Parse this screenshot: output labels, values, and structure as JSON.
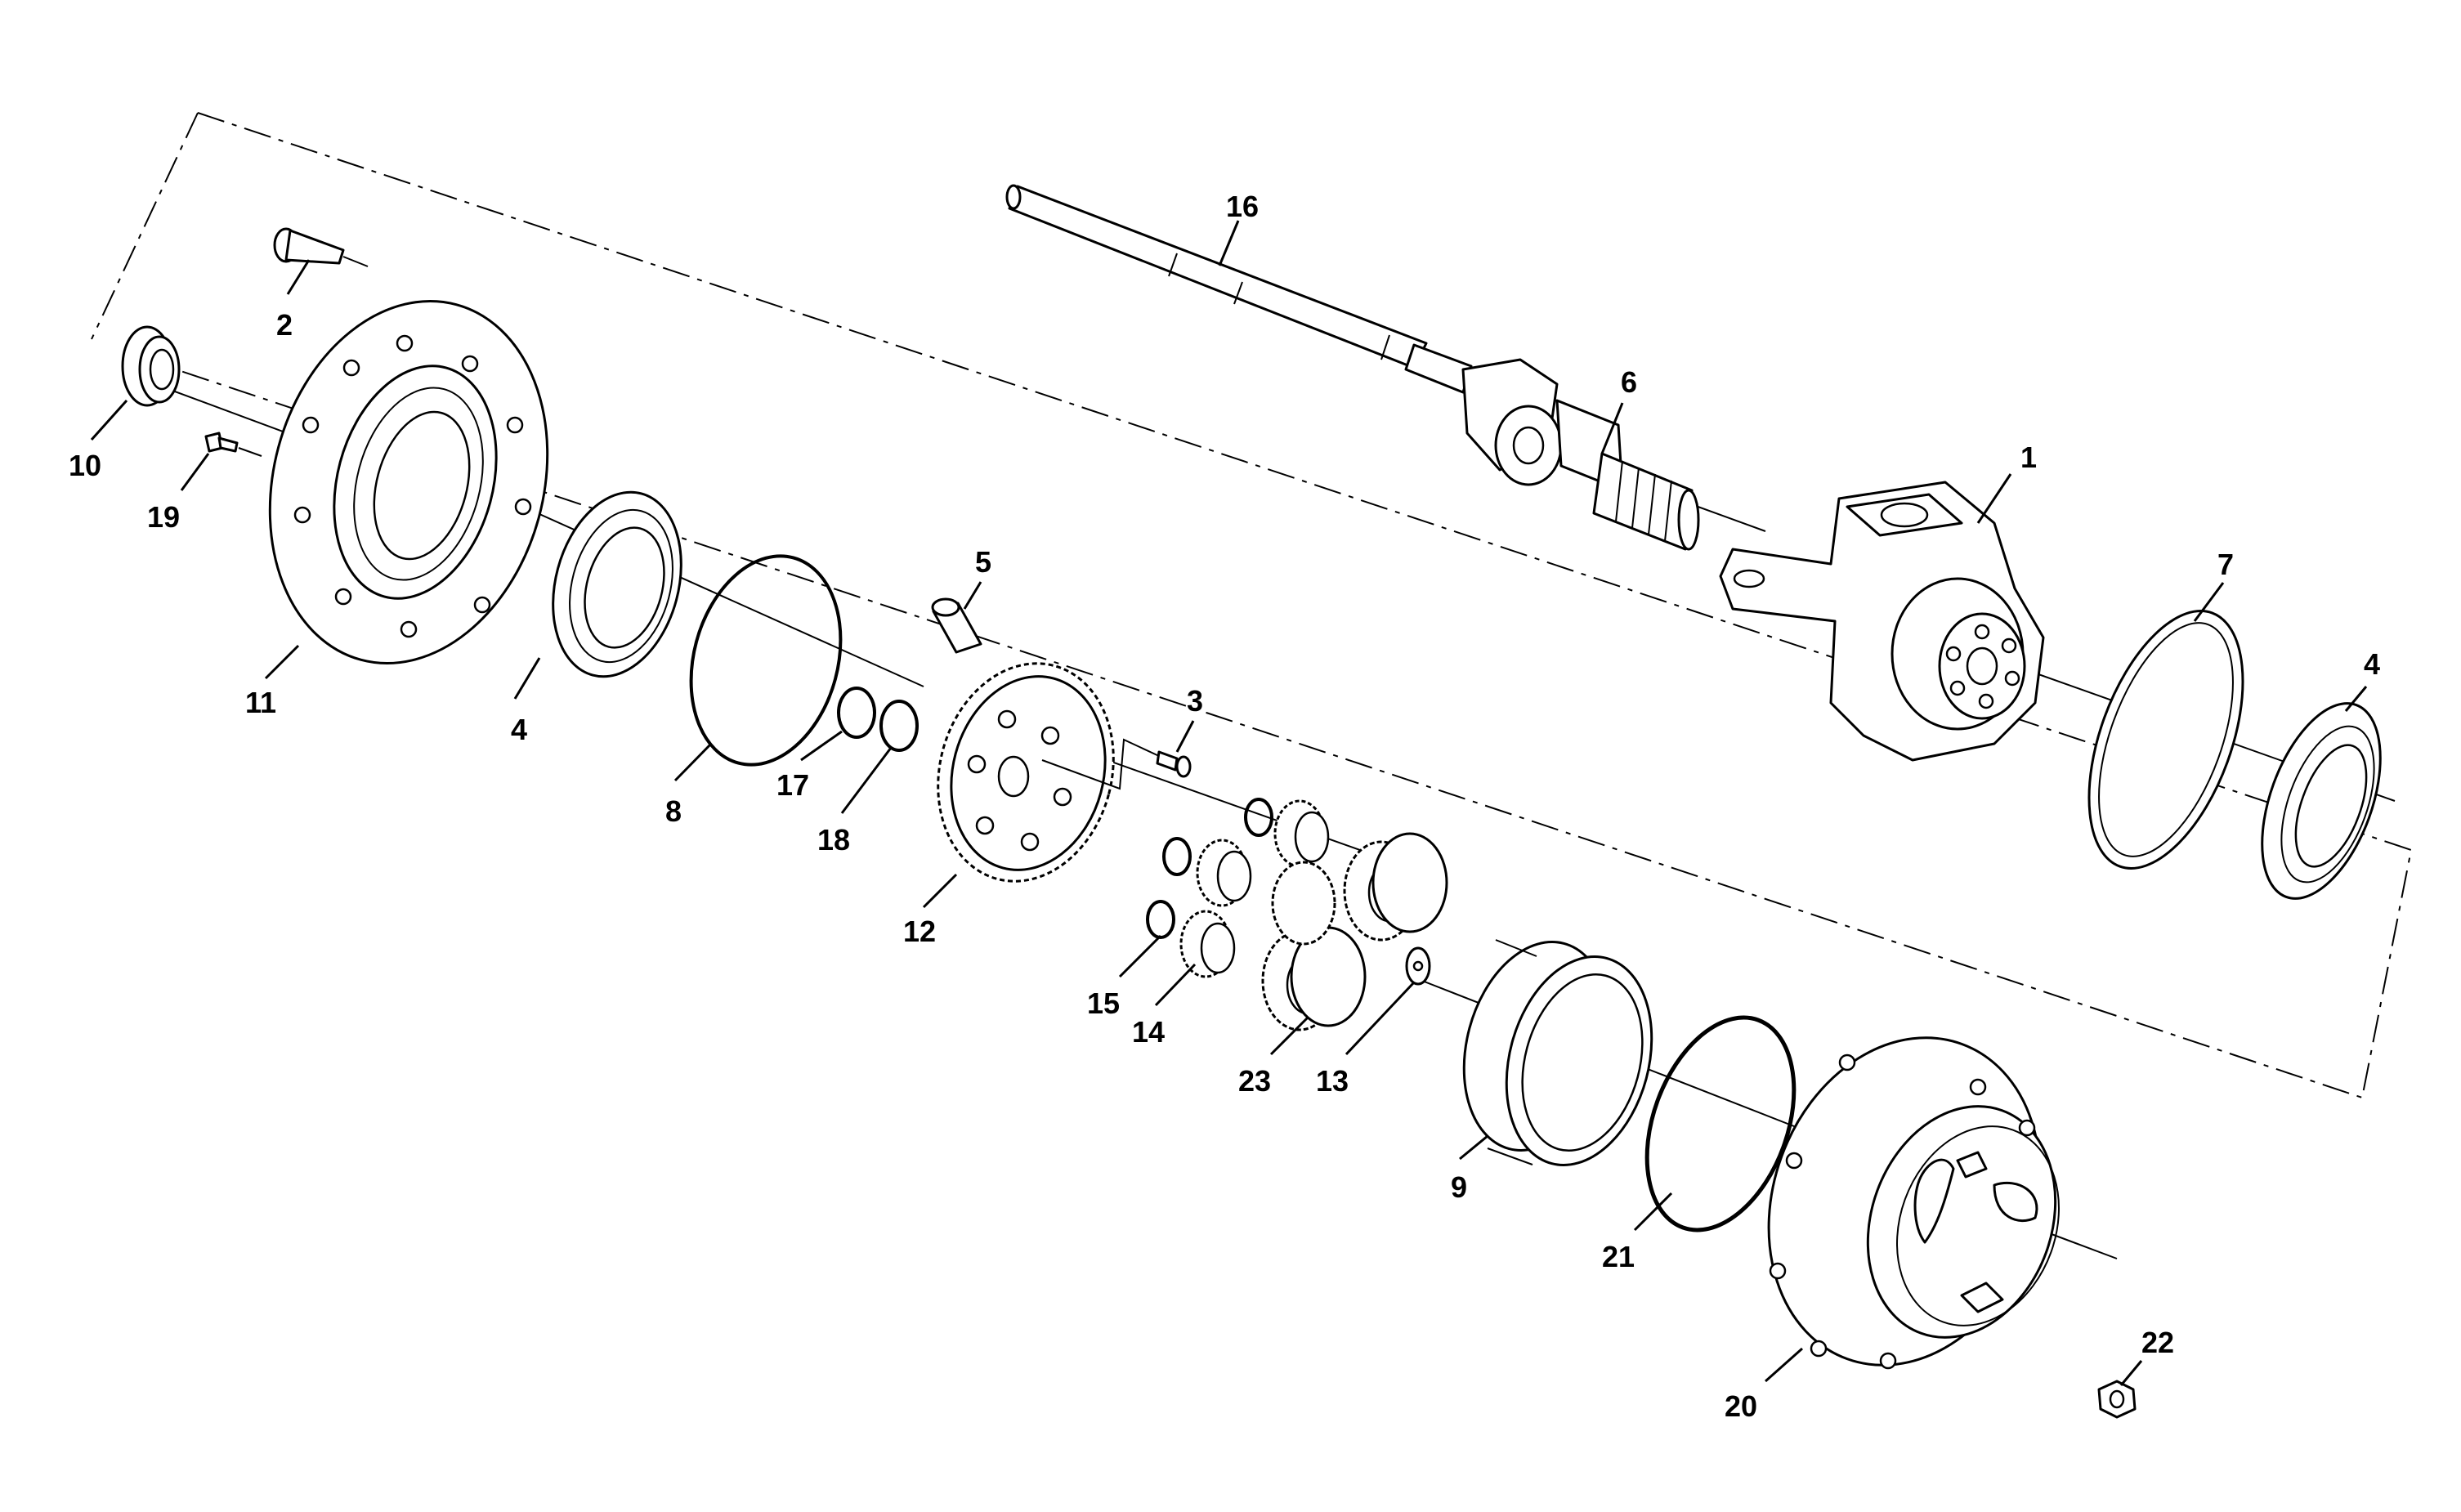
{
  "callouts": [
    {
      "id": "c1",
      "text": "1"
    },
    {
      "id": "c2",
      "text": "2"
    },
    {
      "id": "c3",
      "text": "3"
    },
    {
      "id": "c4a",
      "text": "4"
    },
    {
      "id": "c4b",
      "text": "4"
    },
    {
      "id": "c5",
      "text": "5"
    },
    {
      "id": "c6",
      "text": "6"
    },
    {
      "id": "c7",
      "text": "7"
    },
    {
      "id": "c8",
      "text": "8"
    },
    {
      "id": "c9",
      "text": "9"
    },
    {
      "id": "c10",
      "text": "10"
    },
    {
      "id": "c11",
      "text": "11"
    },
    {
      "id": "c12",
      "text": "12"
    },
    {
      "id": "c13",
      "text": "13"
    },
    {
      "id": "c14",
      "text": "14"
    },
    {
      "id": "c15",
      "text": "15"
    },
    {
      "id": "c16",
      "text": "16"
    },
    {
      "id": "c17",
      "text": "17"
    },
    {
      "id": "c18",
      "text": "18"
    },
    {
      "id": "c19",
      "text": "19"
    },
    {
      "id": "c20",
      "text": "20"
    },
    {
      "id": "c21",
      "text": "21"
    },
    {
      "id": "c22",
      "text": "22"
    },
    {
      "id": "c23",
      "text": "23"
    }
  ]
}
